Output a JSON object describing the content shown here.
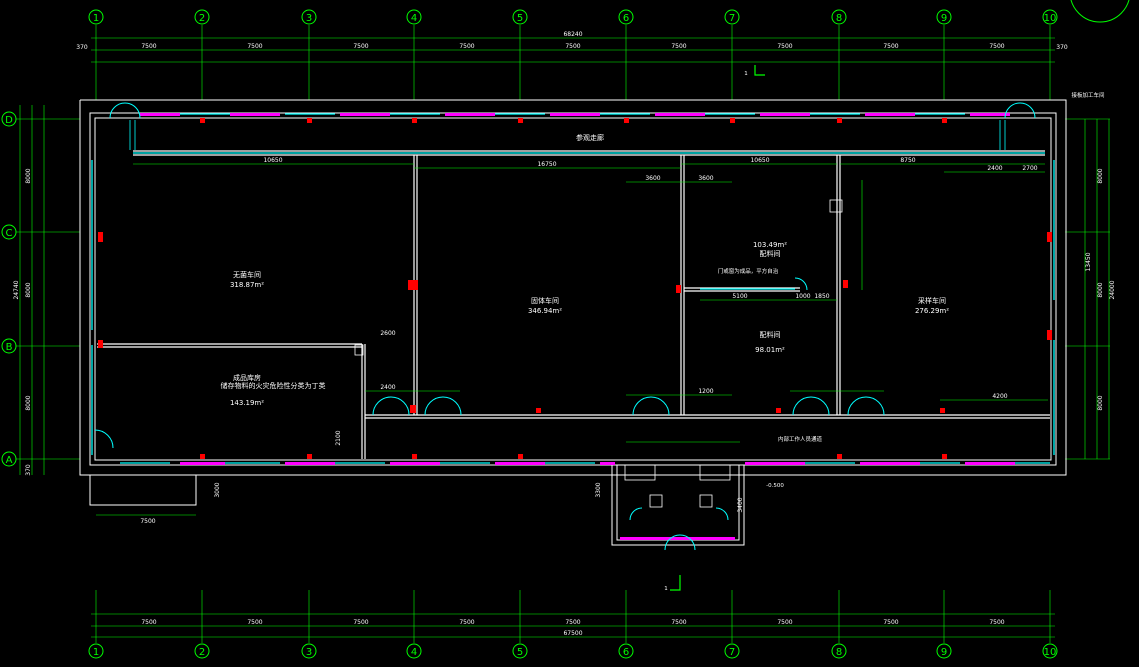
{
  "colors": {
    "background": "#000000",
    "axis": "#00ff00",
    "wall": "#ffffff",
    "window": "#00ffff",
    "hatch": "#ff00ff",
    "column": "#ff0000",
    "gridline": "#00ff00"
  },
  "top_axes": [
    "1",
    "2",
    "3",
    "4",
    "5",
    "6",
    "7",
    "8",
    "9",
    "10"
  ],
  "bottom_axes": [
    "1",
    "2",
    "3",
    "4",
    "5",
    "6",
    "7",
    "8",
    "9",
    "10"
  ],
  "left_axes": [
    "D",
    "C",
    "B",
    "A"
  ],
  "top_dims": {
    "overall": "68240",
    "end_left": "370",
    "end_right": "370",
    "bays": [
      "7500",
      "7500",
      "7500",
      "7500",
      "7500",
      "7500",
      "7500",
      "7500",
      "7500"
    ]
  },
  "bottom_dims": {
    "overall": "67500",
    "bays": [
      "7500",
      "7500",
      "7500",
      "7500",
      "7500",
      "7500",
      "7500",
      "7500",
      "7500"
    ]
  },
  "left_dims": {
    "overall": "24740",
    "segments": [
      "8000",
      "8000",
      "8000"
    ],
    "end": "370"
  },
  "right_dims": {
    "overall": "24000",
    "segments": [
      "8000",
      "8000",
      "8000"
    ],
    "inner": "13450"
  },
  "rooms": {
    "corridor": "参观走廊",
    "room1_name": "无菌车间",
    "room1_area": "318.87m²",
    "room2_name": "固体车间",
    "room2_area": "346.94m²",
    "room3_name": "配料间",
    "room3_area": "103.49m²",
    "room4_name": "配料间",
    "room4_area": "98.01m²",
    "room5_name": "采样车间",
    "room5_area": "276.29m²",
    "room6_name": "成品库房",
    "room6_note": "储存物料的火灾危险性分类为丁类",
    "room6_area": "143.19m²",
    "top_right_label": "接板加工车间",
    "note_door": "门或窗为成品，平方自治",
    "note_entry": "内部工作人员通道",
    "level": "-0.500",
    "section_mark": "1"
  },
  "dims_inner": {
    "d1": "10650",
    "d2": "16750",
    "d3": "10650",
    "d4": "8750",
    "d5": "3600",
    "d6": "3600",
    "d7": "2400",
    "d8": "2700",
    "d9": "5100",
    "d10": "1000",
    "d11": "1850",
    "d12": "2400",
    "d13": "1200",
    "d14": "4200",
    "d15": "2600",
    "d16": "2100",
    "d17": "7500",
    "d18": "3300",
    "d19": "3400",
    "d20": "3000"
  }
}
